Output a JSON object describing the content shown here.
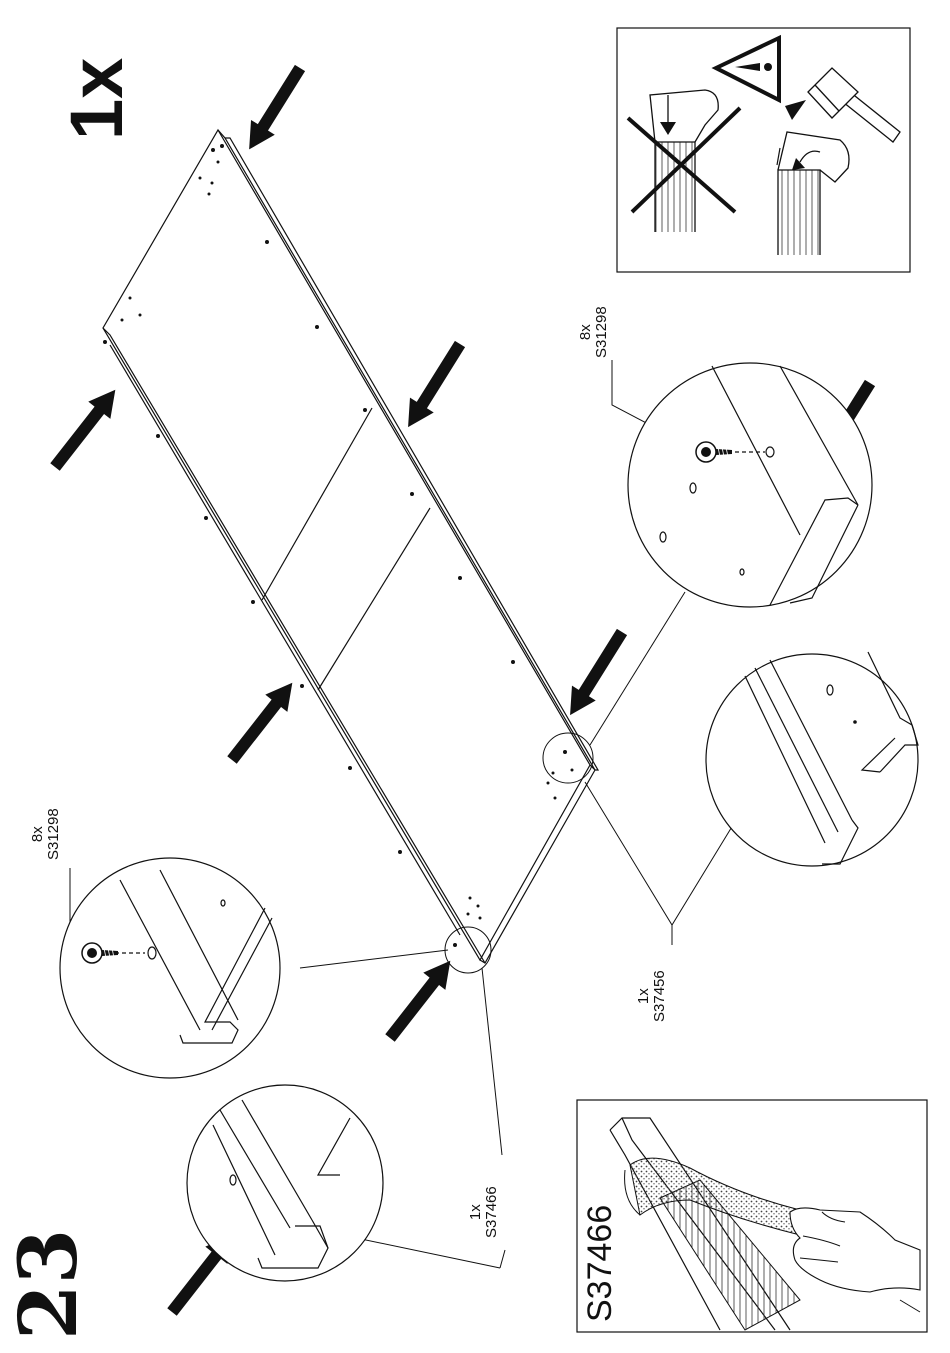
{
  "step": {
    "number": "23",
    "quantity": "1x"
  },
  "parts": {
    "screw_left": {
      "qty": "8x",
      "code": "S31298"
    },
    "screw_right": {
      "qty": "8x",
      "code": "S31298"
    },
    "profile_right": {
      "qty": "1x",
      "code": "S37456"
    },
    "profile_left": {
      "qty": "1x",
      "code": "S37466"
    }
  },
  "reference_box": {
    "code": "S37466"
  },
  "icons": {
    "warning": "warning-triangle-icon",
    "hammer": "hammer-icon",
    "incorrect": "cross-icon",
    "arrow": "push-arrow-icon"
  },
  "colors": {
    "ink": "#111111",
    "paper": "#ffffff"
  }
}
